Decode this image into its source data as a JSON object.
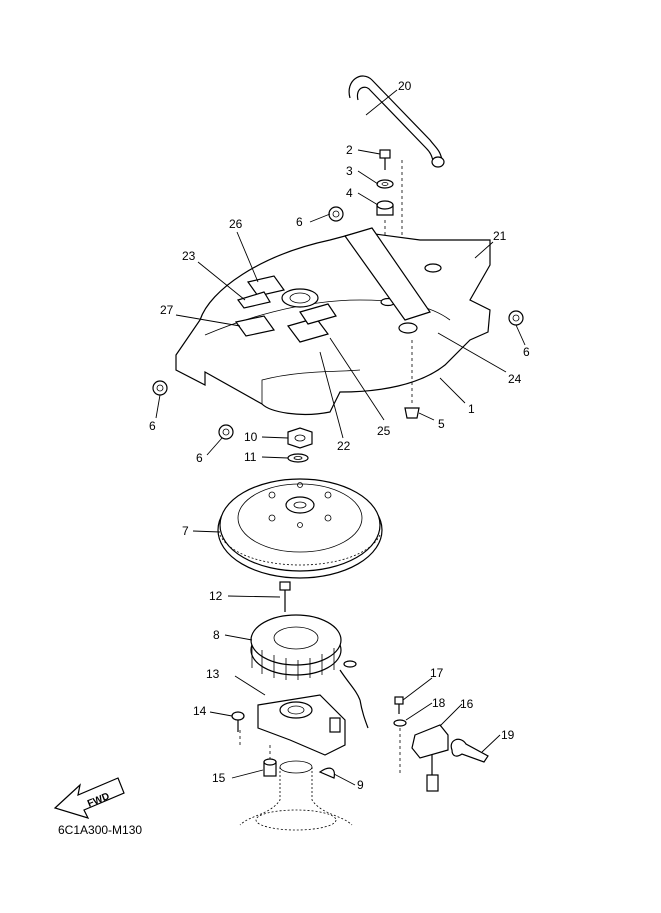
{
  "diagram": {
    "drawing_code": "6C1A300-M130",
    "fwd_label": "FWD",
    "callouts": [
      "20",
      "2",
      "3",
      "4",
      "6",
      "26",
      "21",
      "23",
      "27",
      "6",
      "24",
      "1",
      "6",
      "5",
      "25",
      "22",
      "6",
      "10",
      "11",
      "7",
      "12",
      "8",
      "17",
      "13",
      "14",
      "18",
      "16",
      "19",
      "15",
      "9"
    ],
    "colors": {
      "line": "#000000",
      "background": "#ffffff",
      "shade": "#d9d9d9"
    }
  }
}
